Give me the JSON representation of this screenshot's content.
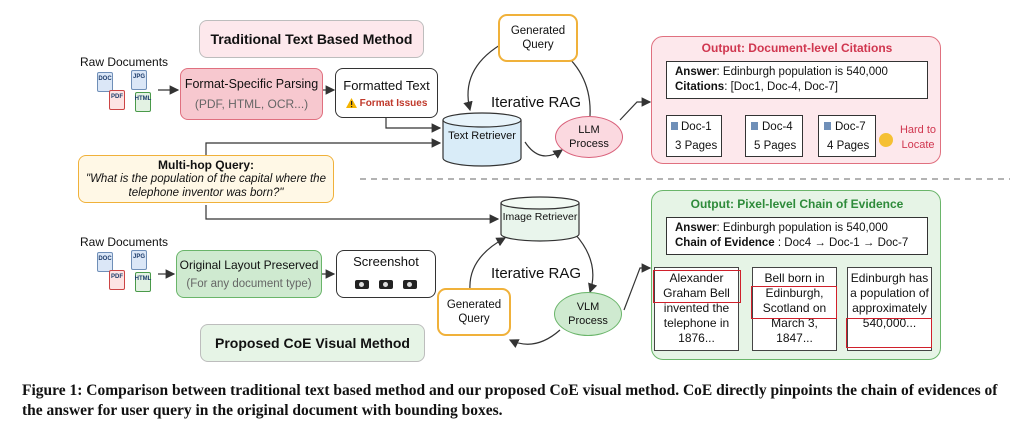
{
  "top": {
    "method_title": "Traditional Text Based Method",
    "raw_documents": "Raw Documents",
    "doc_labels": [
      "DOC",
      "JPG",
      "PDF",
      "HTML"
    ],
    "parsing_title": "Format-Specific Parsing",
    "parsing_sub": "(PDF, HTML, OCR...)",
    "formatted_text": "Formatted Text",
    "format_issues": "Format Issues",
    "retriever": "Text Retriever",
    "generated_query": "Generated Query",
    "iterative": "Iterative RAG",
    "process": "LLM Process",
    "output_title": "Output: Document-level Citations",
    "answer_label": "Answer",
    "answer_text": ": Edinburgh population is 540,000",
    "citations_label": "Citations",
    "citations_text": ": [Doc1, Doc-4, Doc-7]",
    "docs": [
      {
        "name": "Doc-1",
        "pages": "3 Pages"
      },
      {
        "name": "Doc-4",
        "pages": "5 Pages"
      },
      {
        "name": "Doc-7",
        "pages": "4 Pages"
      }
    ],
    "hard_to_locate": "Hard to Locate"
  },
  "query": {
    "title": "Multi-hop Query:",
    "text": "\"What is the population of the capital where the telephone inventor was born?\""
  },
  "bottom": {
    "method_title": "Proposed CoE Visual Method",
    "raw_documents": "Raw Documents",
    "layout_title": "Original Layout Preserved",
    "layout_sub": "(For any document type)",
    "screenshot": "Screenshot",
    "retriever": "Image Retriever",
    "generated_query": "Generated Query",
    "iterative": "Iterative RAG",
    "process": "VLM Process",
    "output_title": "Output: Pixel-level Chain of Evidence",
    "answer_label": "Answer",
    "answer_text": ": Edinburgh population is 540,000",
    "chain_label": "Chain of Evidence",
    "chain_text": " : Doc4 → Doc-1 → Doc-7",
    "evidence": [
      "Alexander Graham Bell invented the telephone in 1876...",
      "Bell born in Edinburgh, Scotland on March 3, 1847...",
      "Edinburgh has a population of approximately 540,000..."
    ]
  },
  "caption": "Figure 1: Comparison between traditional text based method and our proposed CoE visual method. CoE directly pinpoints the chain of evidences of the answer for user query in the original document with bounding boxes.",
  "colors": {
    "pink_fill": "#fde8ec",
    "pink_border": "#e0707f",
    "green_fill": "#e6f4e6",
    "green_border": "#6ab56a",
    "orange_border": "#f0b13a",
    "blue_cylinder": "#d9ecf8",
    "red_highlight": "#d0202b"
  }
}
